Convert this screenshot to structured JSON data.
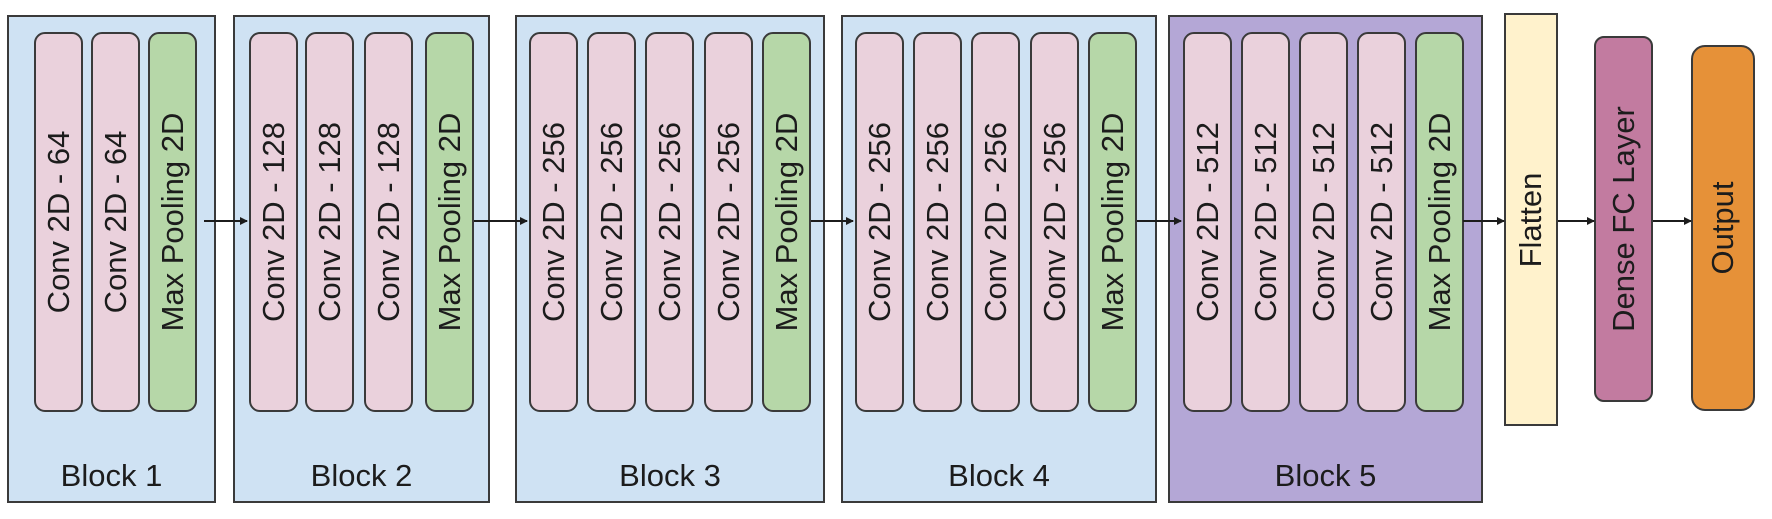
{
  "blocks": [
    {
      "label": "Block 1",
      "layers": [
        "Conv 2D - 64",
        "Conv 2D - 64",
        "Max Pooling 2D"
      ]
    },
    {
      "label": "Block 2",
      "layers": [
        "Conv 2D - 128",
        "Conv 2D - 128",
        "Conv 2D - 128",
        "Max Pooling 2D"
      ]
    },
    {
      "label": "Block 3",
      "layers": [
        "Conv 2D - 256",
        "Conv 2D - 256",
        "Conv 2D - 256",
        "Conv 2D - 256",
        "Max Pooling 2D"
      ]
    },
    {
      "label": "Block 4",
      "layers": [
        "Conv 2D - 256",
        "Conv 2D - 256",
        "Conv 2D - 256",
        "Conv 2D - 256",
        "Max Pooling 2D"
      ]
    },
    {
      "label": "Block 5",
      "layers": [
        "Conv 2D - 512",
        "Conv 2D - 512",
        "Conv 2D - 512",
        "Conv 2D - 512",
        "Max Pooling 2D"
      ]
    }
  ],
  "head": {
    "flatten": "Flatten",
    "dense": "Dense FC Layer",
    "output": "Output"
  },
  "colors": {
    "block_bg": "#cfe2f3",
    "block5_bg": "#b4a7d6",
    "conv": "#ead1dc",
    "pool": "#b6d7a8",
    "flatten": "#fff2cc",
    "dense": "#c27ba0",
    "output": "#e69138",
    "stroke": "#3a3a3a"
  }
}
